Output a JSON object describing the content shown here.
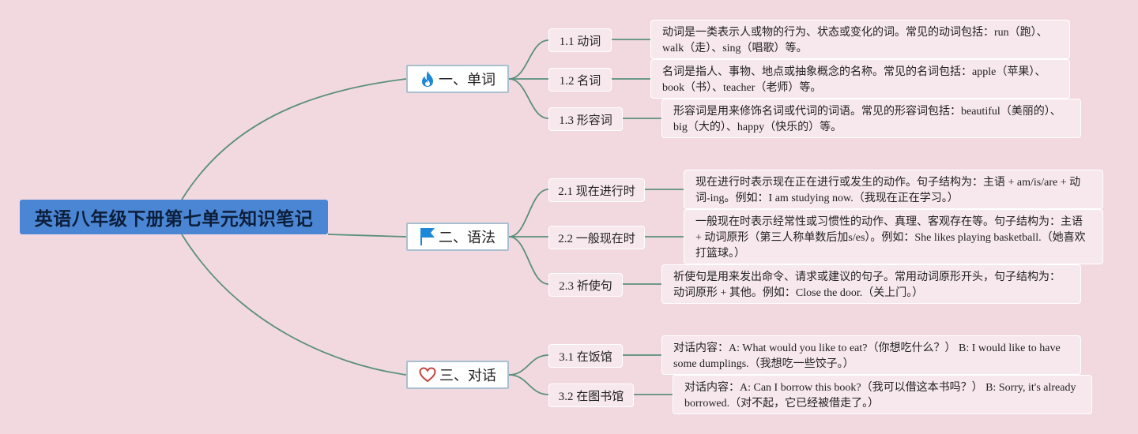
{
  "root": {
    "label": "英语八年级下册第七单元知识笔记"
  },
  "branches": [
    {
      "label": "一、单词",
      "icon": "fire-icon",
      "topics": [
        {
          "label": "1.1 动词",
          "note": "动词是一类表示人或物的行为、状态或变化的词。常见的动词包括：run（跑）、walk（走）、sing（唱歌）等。"
        },
        {
          "label": "1.2 名词",
          "note": "名词是指人、事物、地点或抽象概念的名称。常见的名词包括：apple（苹果）、book（书）、teacher（老师）等。"
        },
        {
          "label": "1.3 形容词",
          "note": "形容词是用来修饰名词或代词的词语。常见的形容词包括：beautiful（美丽的）、big（大的）、happy（快乐的）等。"
        }
      ]
    },
    {
      "label": "二、语法",
      "icon": "flag-icon",
      "topics": [
        {
          "label": "2.1 现在进行时",
          "note": "现在进行时表示现在正在进行或发生的动作。句子结构为：主语 + am/is/are + 动词-ing。例如：I am studying now.（我现在正在学习。）"
        },
        {
          "label": "2.2 一般现在时",
          "note": "一般现在时表示经常性或习惯性的动作、真理、客观存在等。句子结构为：主语 + 动词原形（第三人称单数后加s/es）。例如：She likes playing basketball.（她喜欢打篮球。）"
        },
        {
          "label": "2.3 祈使句",
          "note": "祈使句是用来发出命令、请求或建议的句子。常用动词原形开头，句子结构为：动词原形 + 其他。例如：Close the door.（关上门。）"
        }
      ]
    },
    {
      "label": "三、对话",
      "icon": "heart-icon",
      "topics": [
        {
          "label": "3.1 在饭馆",
          "note": "对话内容：A: What would you like to eat?（你想吃什么？） B: I would like to have some dumplings.（我想吃一些饺子。）"
        },
        {
          "label": "3.2 在图书馆",
          "note": "对话内容：A: Can I borrow this book?（我可以借这本书吗？） B: Sorry, it's already borrowed.（对不起，它已经被借走了。）"
        }
      ]
    }
  ],
  "colors": {
    "background": "#f2d9e0",
    "root_fill": "#4a86d4",
    "connector": "#5a8f7e",
    "leaf_fill": "#f7e8ee"
  }
}
